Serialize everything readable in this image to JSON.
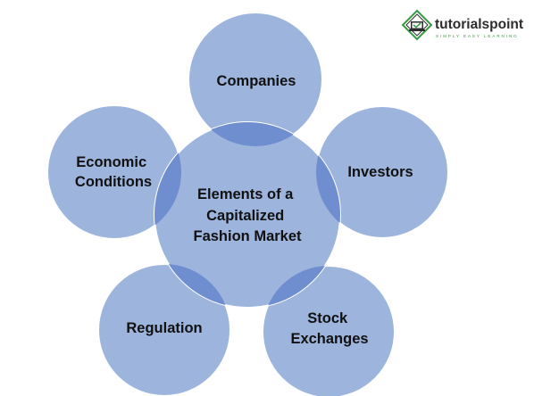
{
  "logo": {
    "wordmark": "tutorialspoint",
    "tagline": "SIMPLY EASY LEARNING",
    "icon": "book-laptop-icon",
    "green": "#3a9a44"
  },
  "diagram": {
    "type": "radial-venn",
    "fill": "#9db4dd",
    "overlap_fill": "#6f8ed0",
    "stroke": "#ffffff",
    "center": {
      "lines": [
        "Elements of a",
        "Capitalized",
        "Fashion Market"
      ]
    },
    "nodes": [
      {
        "id": "companies",
        "lines": [
          "Companies"
        ]
      },
      {
        "id": "investors",
        "lines": [
          "Investors"
        ]
      },
      {
        "id": "stock-exchanges",
        "lines": [
          "Stock",
          "Exchanges"
        ]
      },
      {
        "id": "regulation",
        "lines": [
          "Regulation"
        ]
      },
      {
        "id": "economic-conditions",
        "lines": [
          "Economic",
          "Conditions"
        ]
      }
    ]
  }
}
